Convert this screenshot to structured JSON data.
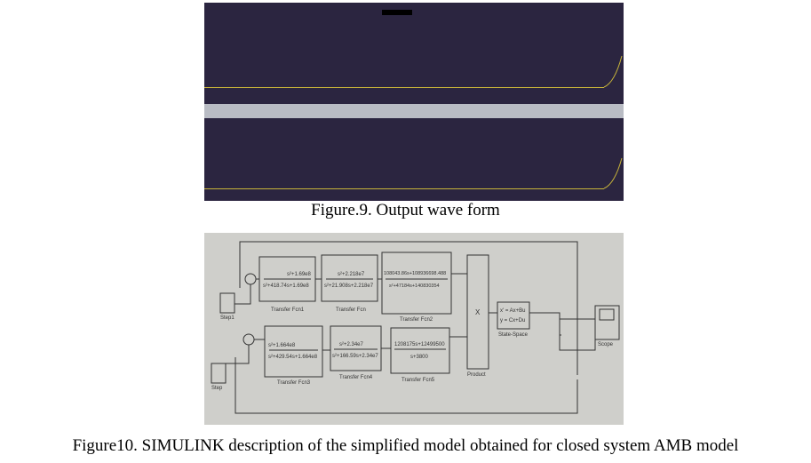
{
  "figure9": {
    "caption": "Figure.9. Output wave form"
  },
  "figure10": {
    "caption": "Figure10. SIMULINK description of the simplified model obtained for closed system AMB model",
    "blocks": {
      "tf1": {
        "num": "s²+1.69e8",
        "den": "s²+418.74s+1.69e8",
        "label": "Transfer Fcn1"
      },
      "tf": {
        "num": "s²+2.218e7",
        "den": "s²+21.908s+2.218e7",
        "label": "Transfer Fcn"
      },
      "tf2": {
        "num": "108043.86s+108936698.488",
        "den": "s²+47184s+140830354",
        "label": "Transfer Fcn2"
      },
      "tf3": {
        "num": "s²+1.664e8",
        "den": "s²+429.54s+1.664e8",
        "label": "Transfer Fcn3"
      },
      "tf4": {
        "num": "s²+2.34e7",
        "den": "s²+166.59s+2.34e7",
        "label": "Transfer Fcn4"
      },
      "tf5": {
        "num": "1208175s+12499500",
        "den": "s+3800",
        "label": "Transfer Fcn5"
      },
      "product": {
        "symbol": "X",
        "label": "Product"
      },
      "ss": {
        "line1": "x' = Ax+Bu",
        "line2": "y = Cx+Du",
        "label": "State-Space"
      },
      "scope": {
        "label": "Scope"
      },
      "step1": {
        "label": "Step1"
      },
      "step": {
        "label": "Step"
      }
    }
  }
}
